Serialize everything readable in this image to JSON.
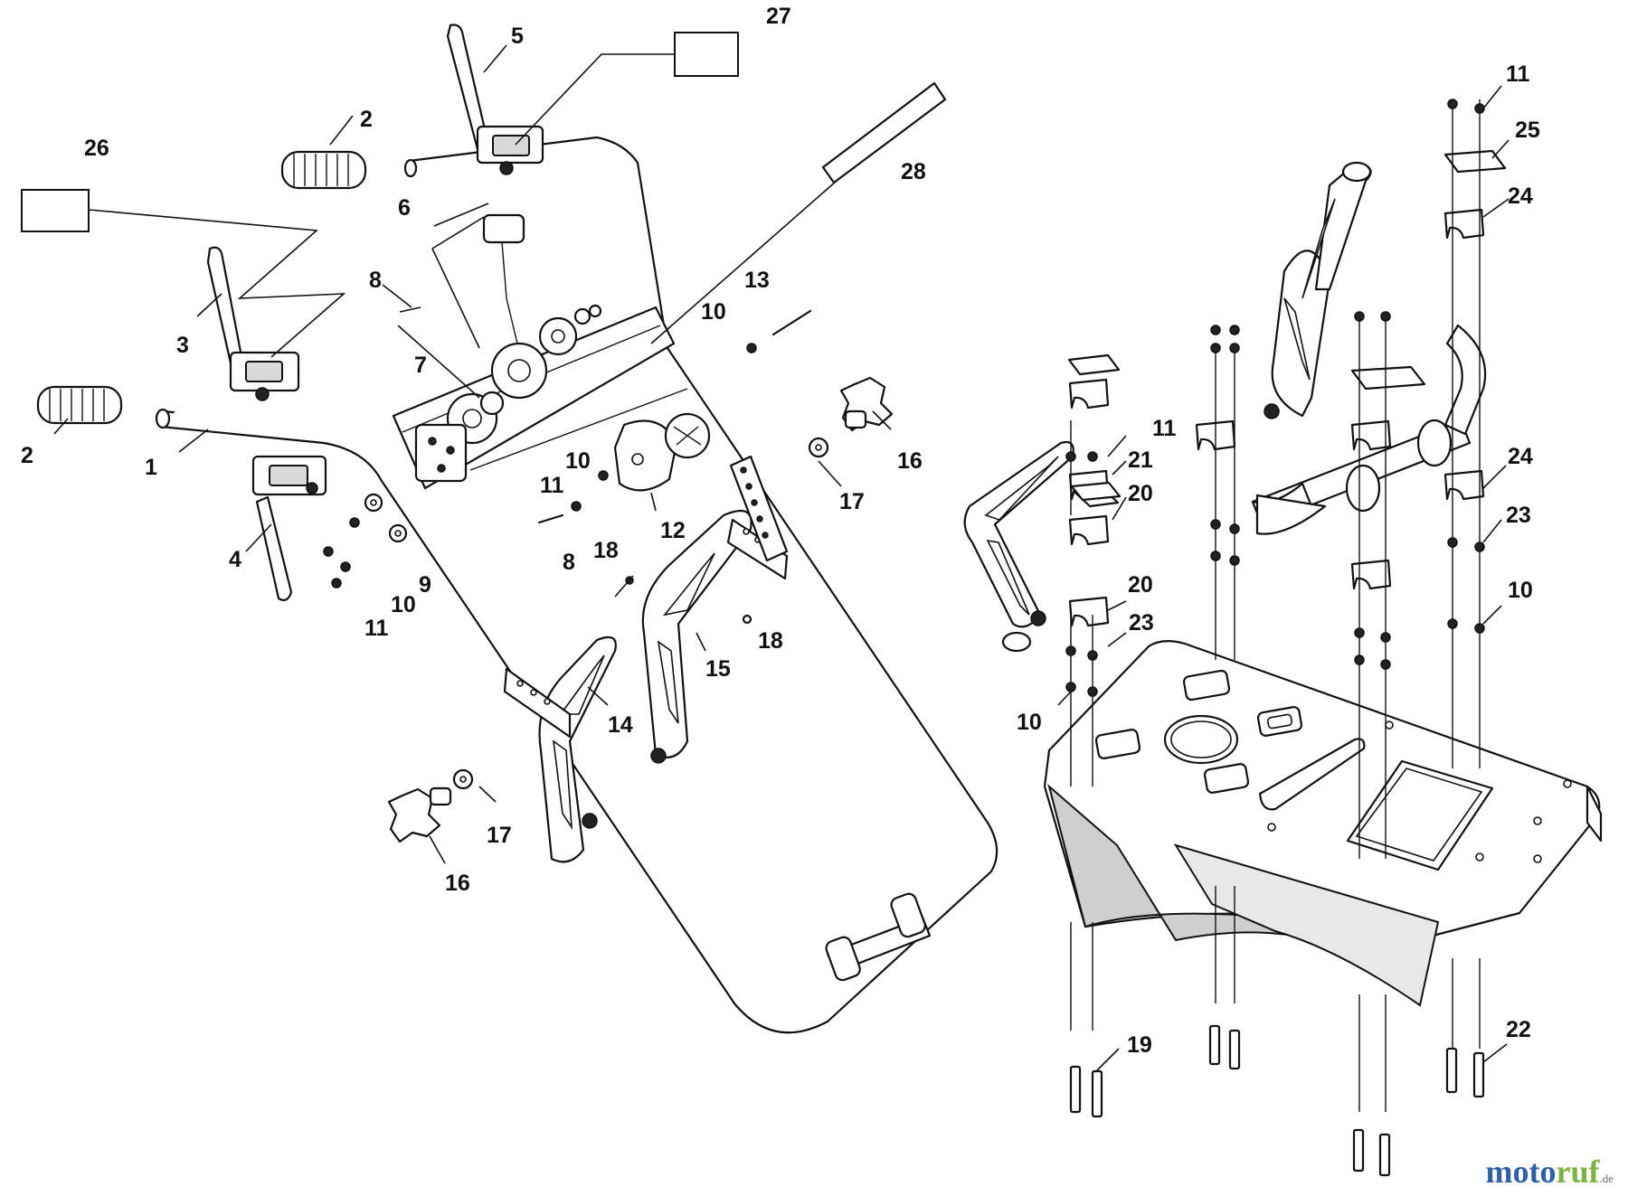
{
  "callouts": {
    "p1": "1",
    "p2a": "2",
    "p2b": "2",
    "p3": "3",
    "p4": "4",
    "p5": "5",
    "p6": "6",
    "p7": "7",
    "p8a": "8",
    "p8b": "8",
    "p9": "9",
    "p10a": "10",
    "p10b": "10",
    "p10c": "10",
    "p10d": "10",
    "p10e": "10",
    "p11a": "11",
    "p11b": "11",
    "p11c": "11",
    "p11d": "11",
    "p12": "12",
    "p13": "13",
    "p14": "14",
    "p15": "15",
    "p16a": "16",
    "p16b": "16",
    "p17a": "17",
    "p17b": "17",
    "p18a": "18",
    "p18b": "18",
    "p19": "19",
    "p20a": "20",
    "p20b": "20",
    "p21": "21",
    "p22": "22",
    "p23a": "23",
    "p23b": "23",
    "p24a": "24",
    "p24b": "24",
    "p25": "25",
    "p26": "26",
    "p27": "27",
    "p28": "28"
  },
  "watermark": {
    "brand_a": "moto",
    "brand_b": "ruf",
    "tld": ".de"
  }
}
